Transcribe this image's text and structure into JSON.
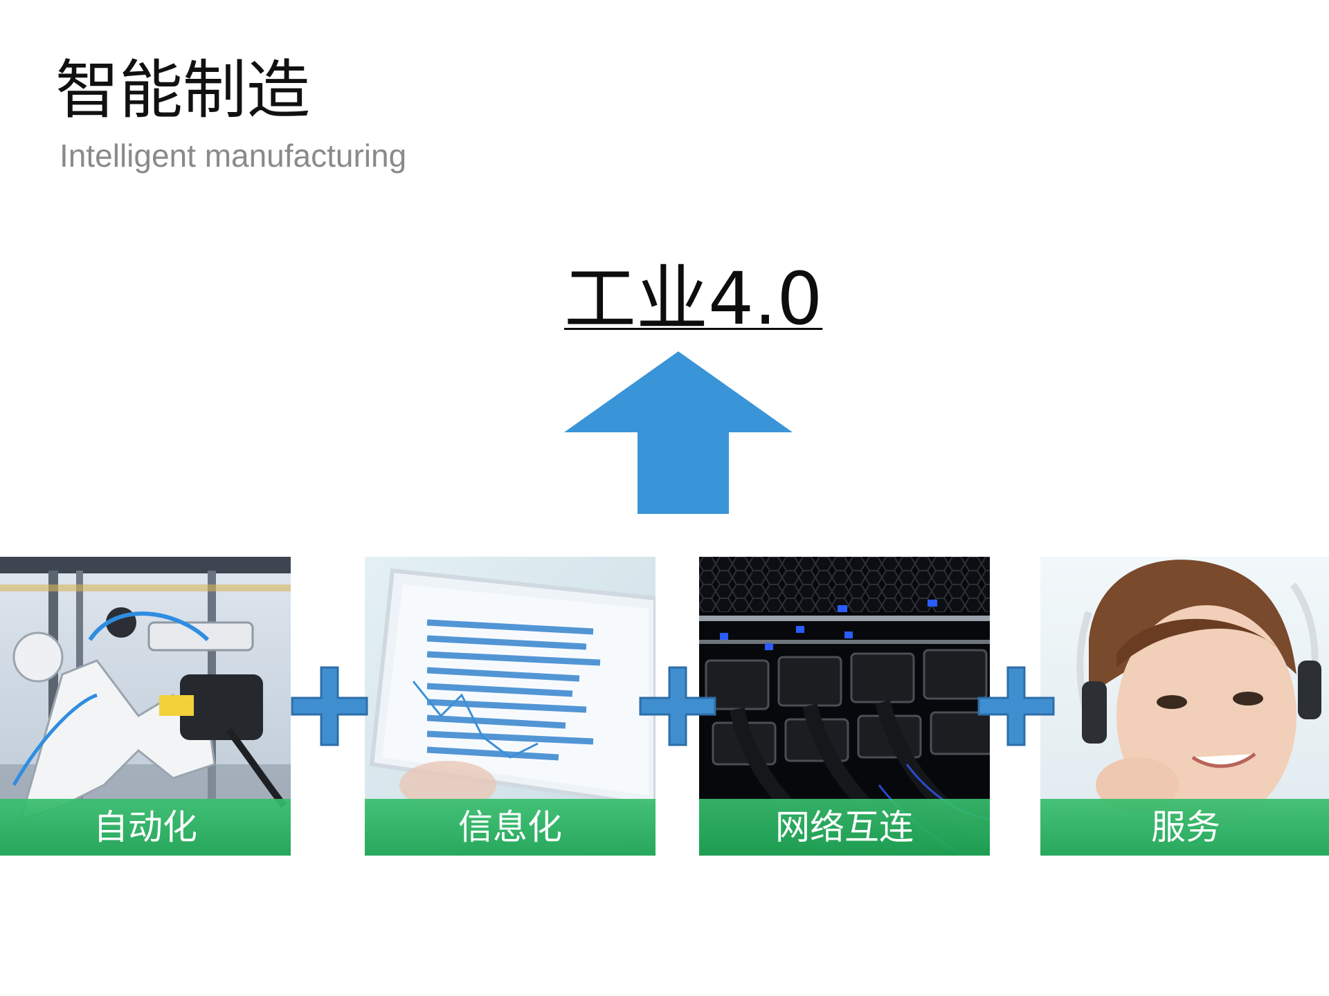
{
  "title": "智能制造",
  "subtitle": "Intelligent manufacturing",
  "goal": "工业4.0",
  "colors": {
    "arrow": "#3a95d8",
    "plus": "#3f8fd0",
    "plus_border": "#2d6ea8",
    "label_band": "#2fb46a",
    "title": "#111111",
    "subtitle": "#8a8a8a"
  },
  "icons": {
    "arrow": "up-arrow-icon",
    "plus": "plus-icon"
  },
  "tiles": [
    {
      "label": "自动化",
      "image": "industrial-robot-arm-photo"
    },
    {
      "label": "信息化",
      "image": "tablet-chart-photo"
    },
    {
      "label": "网络互连",
      "image": "network-switch-cables-photo"
    },
    {
      "label": "服务",
      "image": "customer-service-headset-photo"
    }
  ]
}
